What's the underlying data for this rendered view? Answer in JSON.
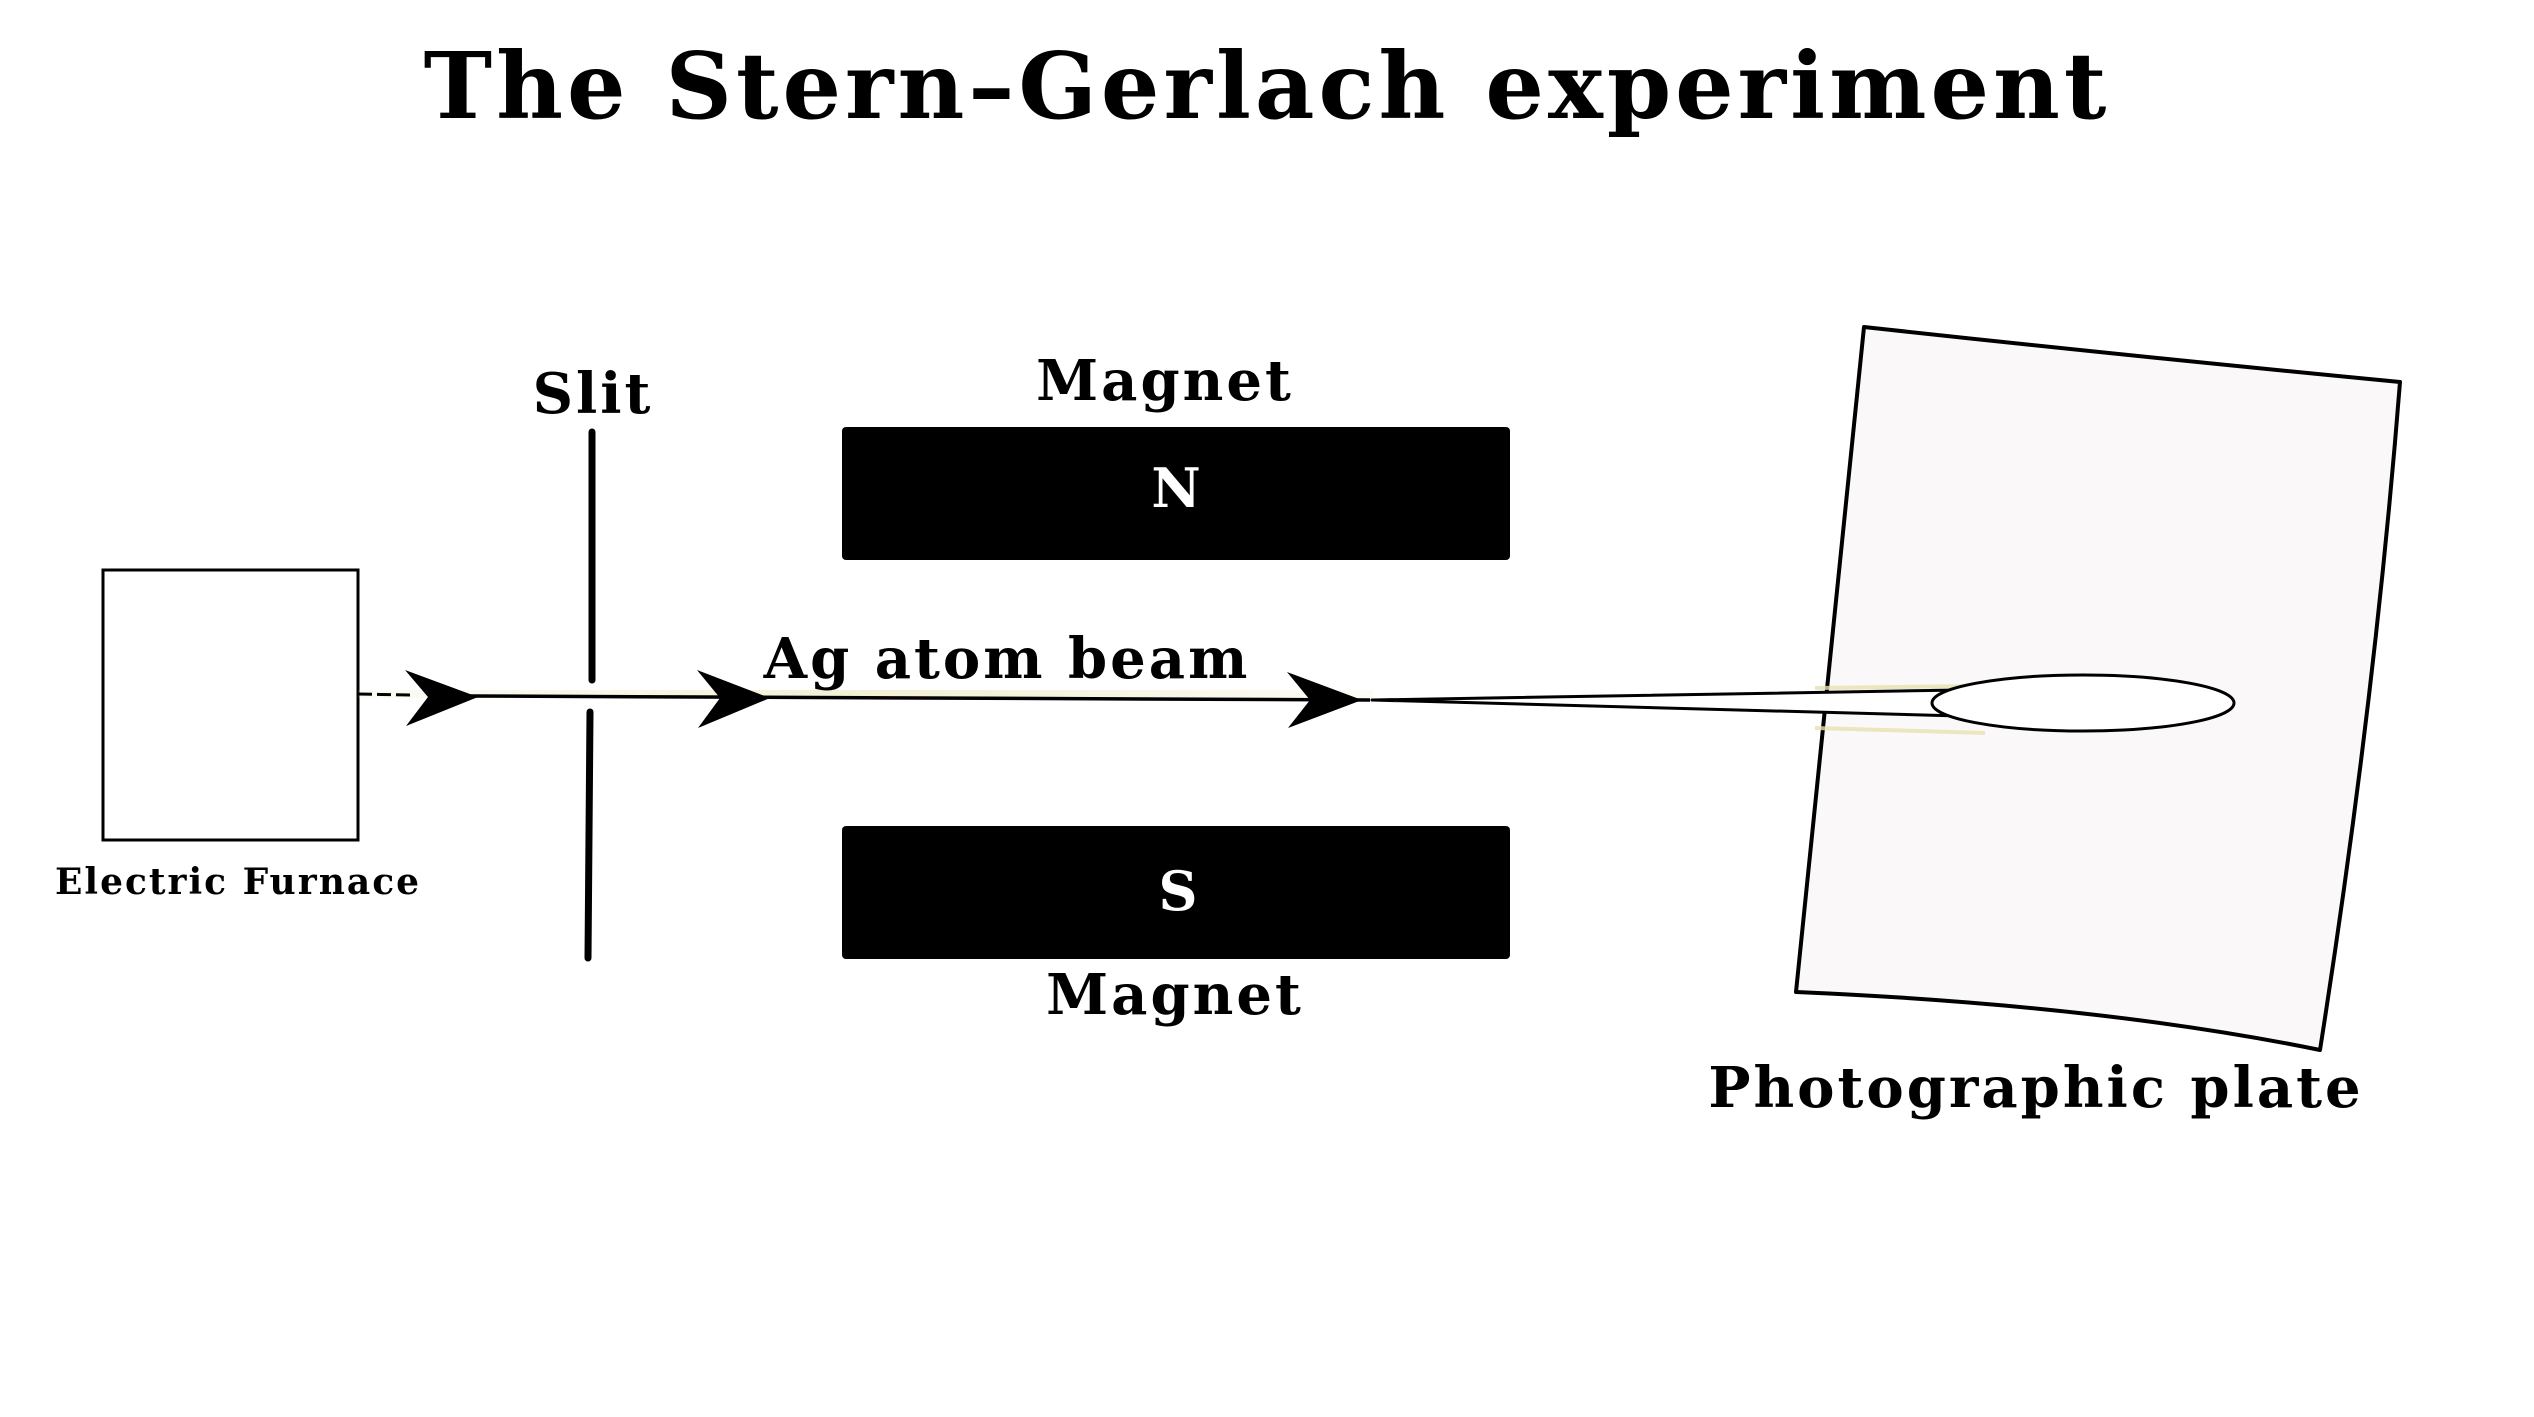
{
  "title": "The Stern–Gerlach experiment",
  "labels": {
    "furnace": "Electric Furnace",
    "slit": "Slit",
    "magnet_top": "Magnet",
    "magnet_bottom": "Magnet",
    "pole_north": "N",
    "pole_south": "S",
    "beam": "Ag atom beam",
    "plate": "Photographic plate"
  },
  "colors": {
    "background": "#ffffff",
    "ink": "#000000",
    "magnet_fill": "#000000",
    "pole_text": "#ffffff",
    "plate_fill": "#fbf8f9",
    "beam_glow": "#e8e2b0"
  }
}
